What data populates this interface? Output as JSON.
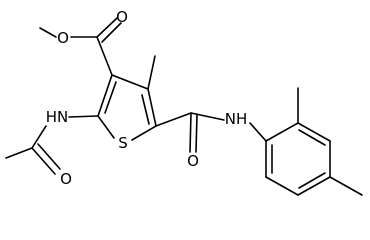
{
  "structure": {
    "atoms": {
      "ester_o_carbonyl": "O",
      "ester_o_single": "O",
      "sulfur": "S",
      "amide_nh_left": "HN",
      "acetyl_o": "O",
      "amide_nh_right": "NH",
      "amide_o": "O"
    },
    "colors": {
      "bond": "#000000",
      "label": "#000000",
      "background": "#ffffff"
    }
  }
}
